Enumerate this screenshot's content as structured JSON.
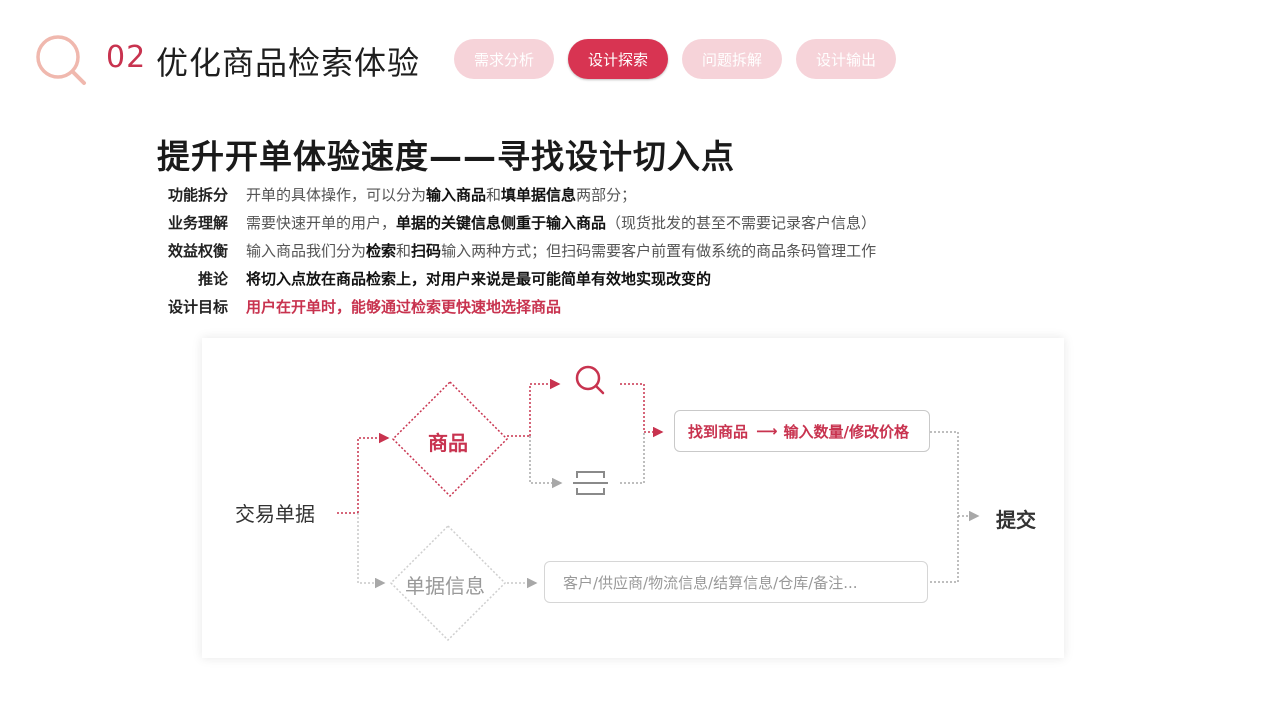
{
  "header": {
    "section_number": "02",
    "section_title": "优化商品检索体验",
    "tabs": [
      {
        "label": "需求分析",
        "active": false
      },
      {
        "label": "设计探索",
        "active": true
      },
      {
        "label": "问题拆解",
        "active": false
      },
      {
        "label": "设计输出",
        "active": false
      }
    ]
  },
  "heading": "提升开单体验速度——寻找设计切入点",
  "rows": {
    "function": {
      "label": "功能拆分",
      "t1": "开单的具体操作，可以分为",
      "b1": "输入商品",
      "t2": "和",
      "b2": "填单据信息",
      "t3": "两部分；"
    },
    "business": {
      "label": "业务理解",
      "t1": "需要快速开单的用户，",
      "b1": "单据的关键信息侧重于输入商品",
      "t2": "（现货批发的甚至不需要记录客户信息）"
    },
    "benefit": {
      "label": "效益权衡",
      "t1": "输入商品我们分为",
      "b1": "检索",
      "t2": "和",
      "b2": "扫码",
      "t3": "输入两种方式；但扫码需要客户前置有做系统的商品条码管理工作"
    },
    "inference": {
      "label": "推论",
      "text": "将切入点放在商品检索上，对用户来说是最可能简单有效地实现改变的"
    },
    "goal": {
      "label": "设计目标",
      "text": "用户在开单时，能够通过检索更快速地选择商品"
    }
  },
  "diagram": {
    "trade_doc": "交易单据",
    "product": "商品",
    "order_info": "单据信息",
    "find_product": "找到商品",
    "arrow": "⟶",
    "input_qty": "输入数量/修改价格",
    "info_fields": "客户/供应商/物流信息/结算信息/仓库/备注...",
    "submit": "提交",
    "icons": [
      "search-icon",
      "scan-icon"
    ]
  },
  "colors": {
    "accent": "#c8334f",
    "tab_active": "#d83452",
    "tab_inactive": "#f6d3d9",
    "logo": "#f0b8ae",
    "muted": "#999999"
  }
}
